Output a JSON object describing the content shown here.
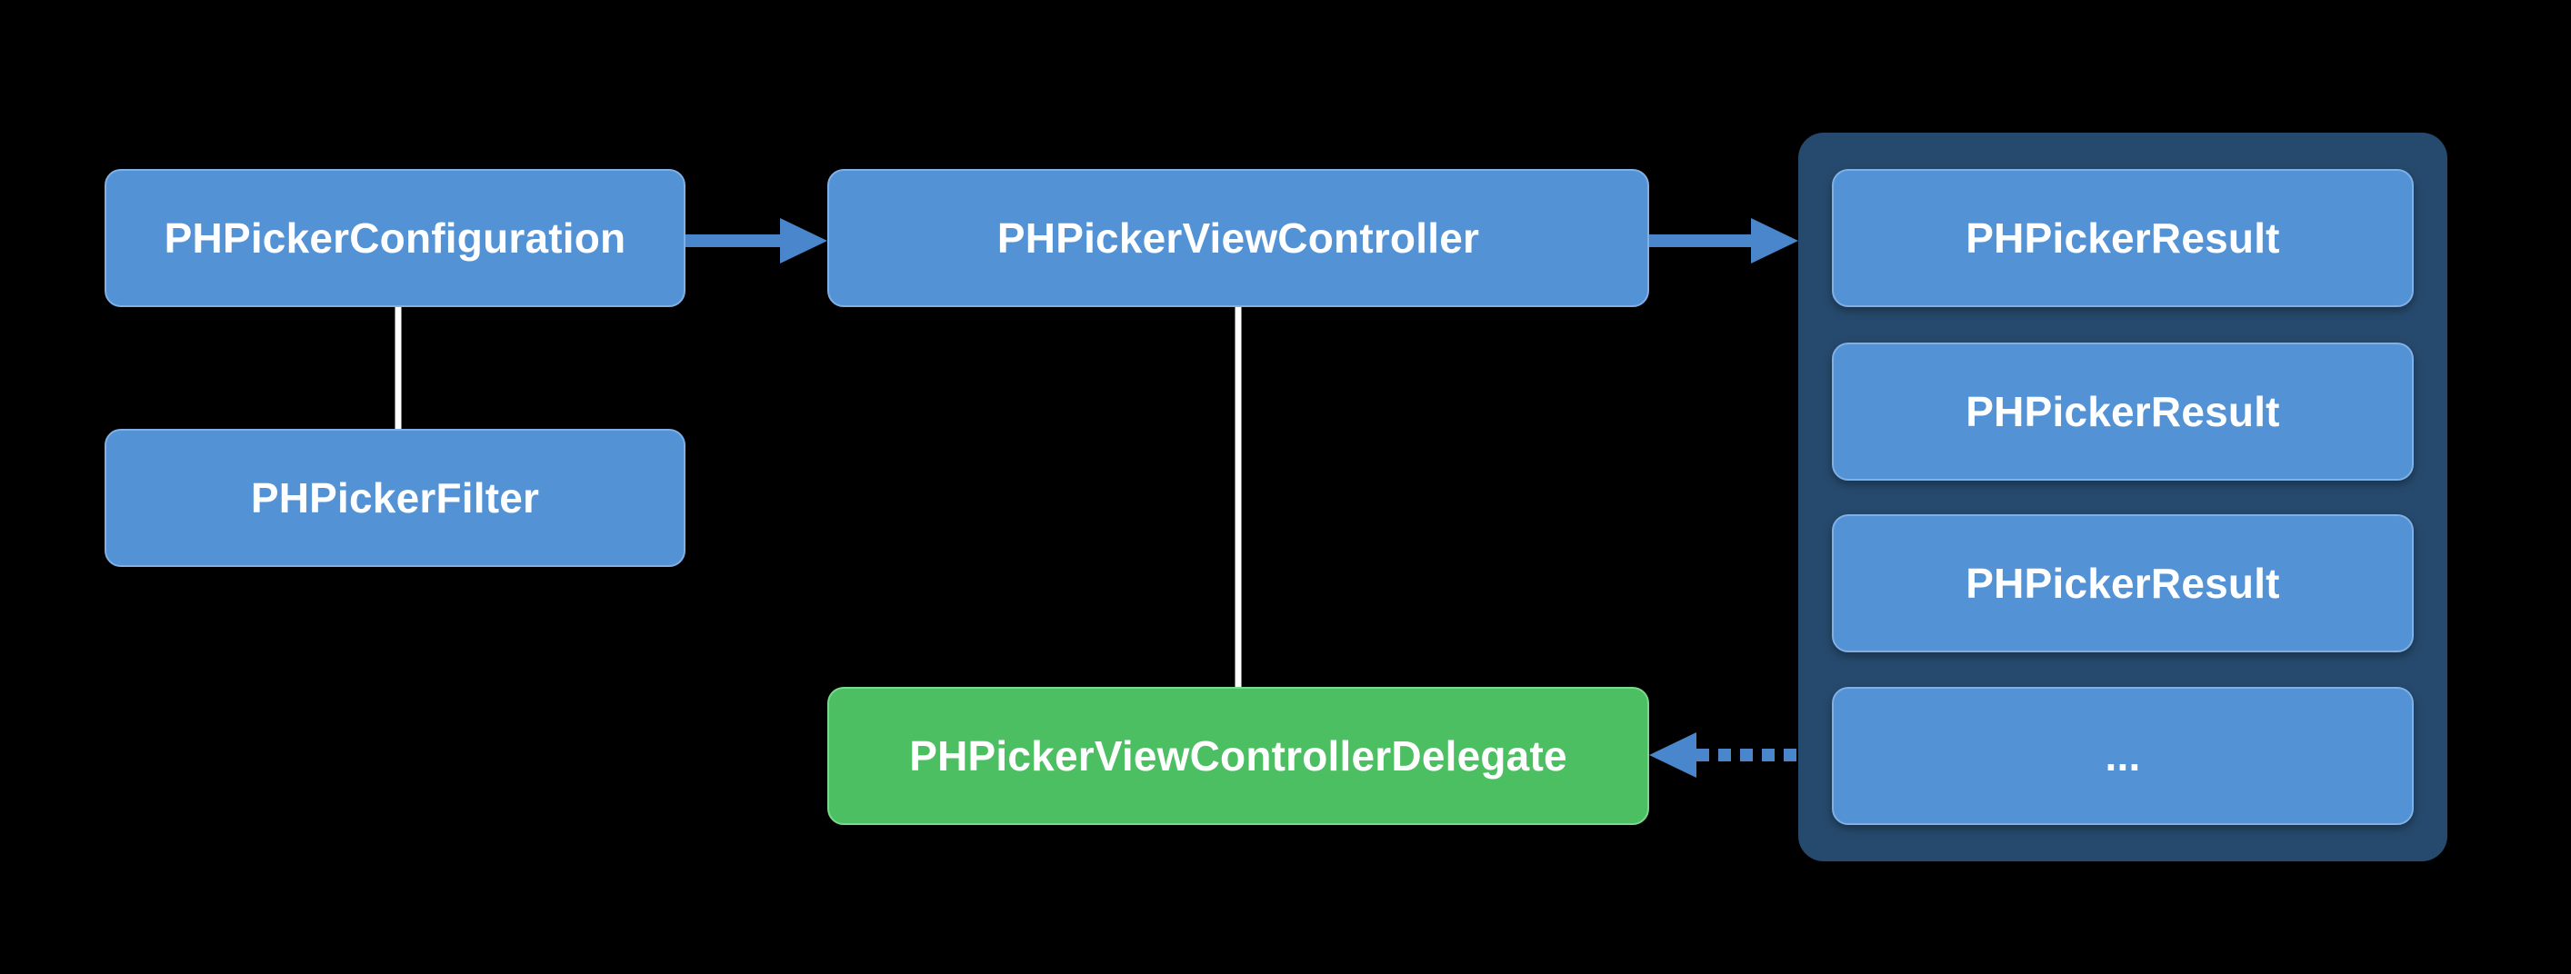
{
  "diagram": {
    "configuration": {
      "label": "PHPickerConfiguration"
    },
    "filter": {
      "label": "PHPickerFilter"
    },
    "view_controller": {
      "label": "PHPickerViewController"
    },
    "delegate": {
      "label": "PHPickerViewControllerDelegate"
    },
    "results": {
      "items": [
        {
          "label": "PHPickerResult"
        },
        {
          "label": "PHPickerResult"
        },
        {
          "label": "PHPickerResult"
        },
        {
          "label": "..."
        }
      ]
    }
  },
  "colors": {
    "background": "#000000",
    "node_blue": "#5392d4",
    "node_green": "#4cbf62",
    "group_panel": "#264a6e",
    "arrow_blue": "#4a86cc",
    "connector_white": "#ffffff"
  }
}
